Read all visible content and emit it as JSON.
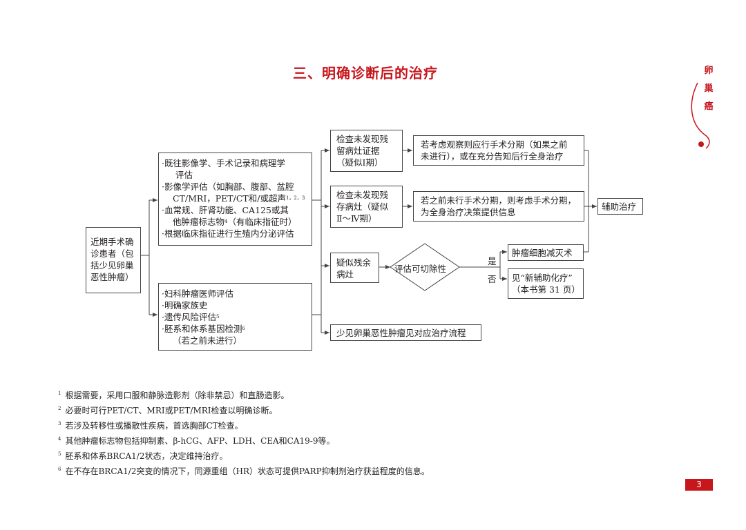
{
  "title": "三、明确诊断后的治疗",
  "side": [
    "卵",
    "巢",
    "癌"
  ],
  "boxes": {
    "start": [
      "近期手术确",
      "诊患者（包",
      "括少见卵巢",
      "恶性肿瘤）"
    ],
    "eval1": {
      "l1": "·既往影像学、手术记录和病理学",
      "l2": "评估",
      "l3": "·影像学评估（如胸部、腹部、盆腔",
      "l4a": "CT/MRI，PET/CT和/或超声",
      "l4sup": "1，2，3",
      "l5": "·血常规、肝肾功能、CA125或其",
      "l6a": "他肿瘤标志物",
      "l6sup": "4",
      "l6b": "（有临床指征时）",
      "l7": "·根据临床指征进行生殖内分泌评估"
    },
    "eval2": {
      "l1": "·妇科肿瘤医师评估",
      "l2": "·明确家族史",
      "l3a": "·遗传风险评估",
      "l3sup": "5",
      "l4a": "·胚系和体系基因检测",
      "l4sup": "6",
      "l5": "（若之前未进行）"
    },
    "noResidual1": [
      "检查未发现残",
      "留病灶证据",
      "（疑似Ⅰ期）"
    ],
    "noResidual2": [
      "检查未发现残",
      "存病灶（疑似",
      "Ⅱ～Ⅳ期）"
    ],
    "suspect": [
      "疑似残余",
      "病灶"
    ],
    "rare": "少见卵巢恶性肿瘤见对应治疗流程",
    "obs": [
      "若考虑观察则应行手术分期（如果之前",
      "未进行），或在充分告知后行全身治疗"
    ],
    "staging": [
      "若之前未行手术分期，则考虑手术分期，",
      "为全身治疗决策提供信息"
    ],
    "adjuvant": "辅助治疗",
    "debulk": "肿瘤细胞减灭术",
    "neoadj": [
      "见“新辅助化疗”",
      "（本书第 31 页）"
    ],
    "diamond": "评估可切除性",
    "yes": "是",
    "no": "否"
  },
  "notes": [
    {
      "n": "1",
      "t": "根据需要，采用口服和静脉造影剂（除非禁忌）和直肠造影。"
    },
    {
      "n": "2",
      "t": "必要时可行PET/CT、MRI或PET/MRI检查以明确诊断。"
    },
    {
      "n": "3",
      "t": "若涉及转移性或播散性疾病，首选胸部CT检查。"
    },
    {
      "n": "4",
      "t": "其他肿瘤标志物包括抑制素、β-hCG、AFP、LDH、CEA和CA19-9等。"
    },
    {
      "n": "5",
      "t": "胚系和体系BRCA1/2状态，决定维持治疗。"
    },
    {
      "n": "6",
      "t": "在不存在BRCA1/2突变的情况下，同源重组（HR）状态可提供PARP抑制剂治疗获益程度的信息。"
    }
  ],
  "page": "3",
  "colors": {
    "accent": "#c8161d",
    "line": "#444444"
  }
}
